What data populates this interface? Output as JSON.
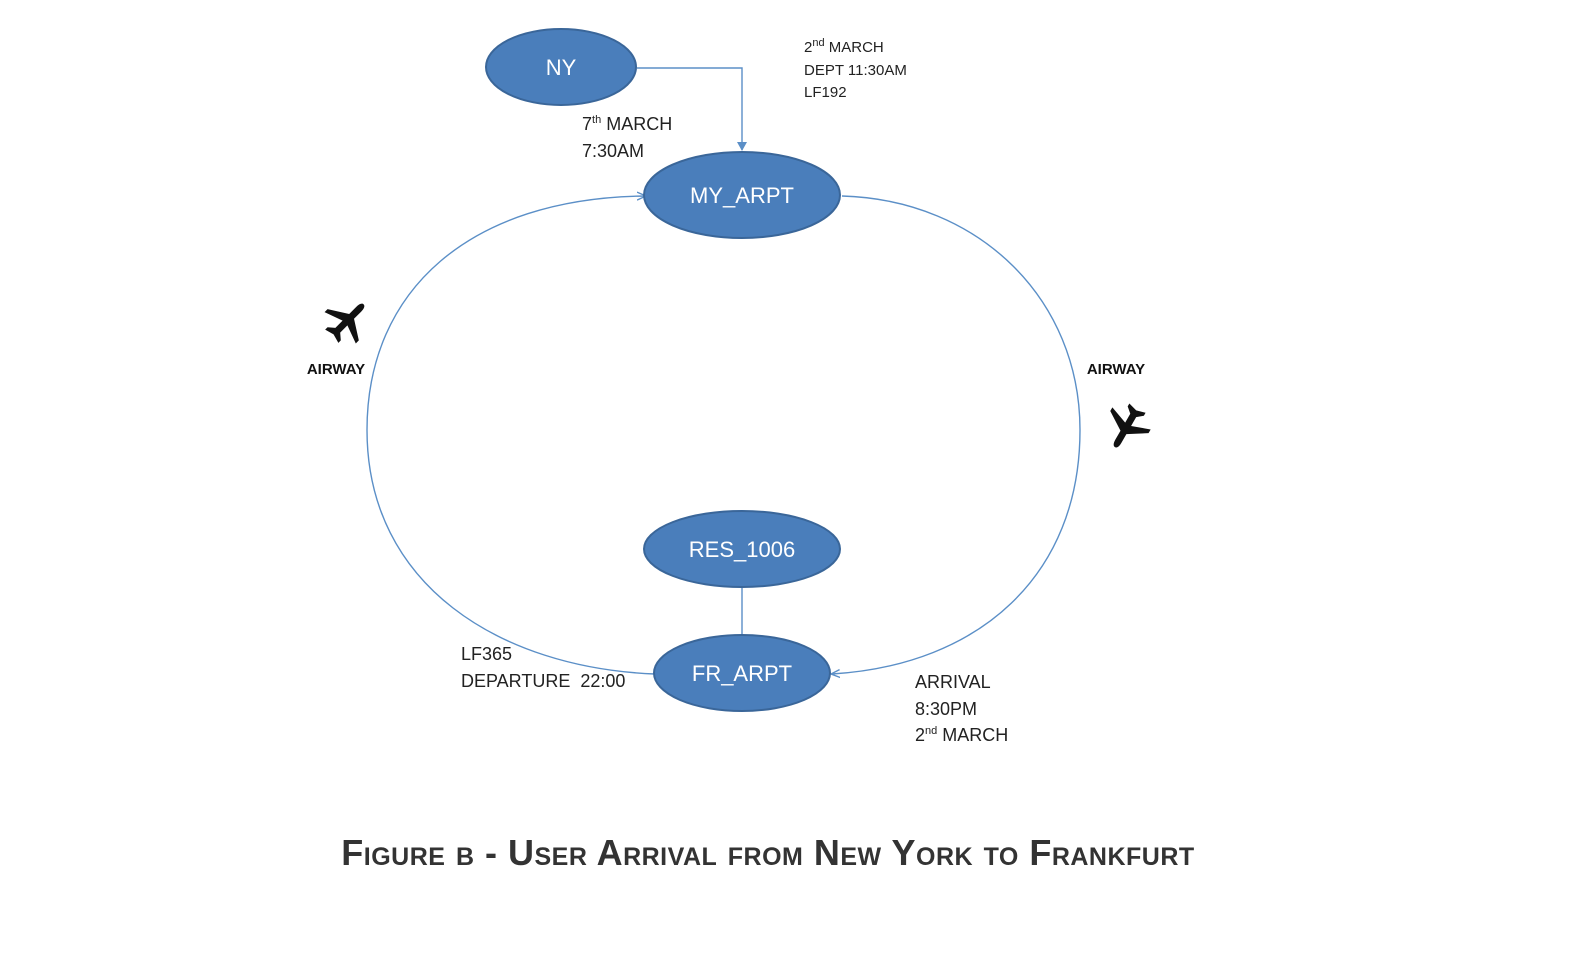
{
  "nodes": {
    "ny": "NY",
    "my_arpt": "MY_ARPT",
    "res_1006": "RES_1006",
    "fr_arpt": "FR_ARPT"
  },
  "annotations": {
    "ny_arrival": {
      "day": "7",
      "suffix": "th",
      "month": " MARCH",
      "time": "7:30AM"
    },
    "departure_ny": {
      "day": "2",
      "suffix": "nd",
      "month": " MARCH",
      "dept": "DEPT 11:30AM",
      "flight": "LF192"
    },
    "arrival_fr": {
      "label": "ARRIVAL",
      "time": "8:30PM",
      "day": "2",
      "suffix": "nd",
      "month": " MARCH"
    },
    "departure_fr": {
      "flight": "LF365",
      "departure": "DEPARTURE  22:00"
    }
  },
  "airway_left": "AIRWAY",
  "airway_right": "AIRWAY",
  "caption": "Figure b - User Arrival from New York to Frankfurt",
  "colors": {
    "node_fill": "#4a7ebb",
    "node_stroke": "#3a6699",
    "edge": "#5b8fc7"
  },
  "icons": [
    "airplane-icon"
  ]
}
